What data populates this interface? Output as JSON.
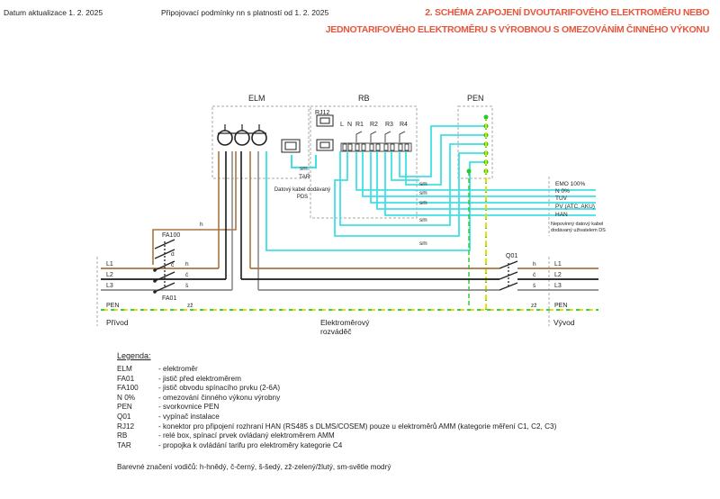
{
  "header": {
    "date": "Datum aktualizace 1. 2. 2025",
    "conditions": "Připojovací podmínky nn s platností od 1. 2. 2025",
    "title_line1": "2. SCHÉMA ZAPOJENÍ DVOUTARIFOVÉHO ELEKTROMĚRU NEBO",
    "title_line2": "JEDNOTARIFOVÉHO ELEKTROMĚRU S VÝROBNOU S OMEZOVÁNÍM ČINNÉHO VÝKONU"
  },
  "diagram": {
    "box_labels": {
      "elm": "ELM",
      "rb": "RB",
      "pen": "PEN",
      "rj12": "RJ12",
      "tar": "TAR"
    },
    "rb_terminals": [
      "L",
      "N",
      "R1",
      "R2",
      "R3",
      "R4"
    ],
    "fa100": "FA100",
    "fa01": "FA01",
    "q01": "Q01",
    "data_cable_pds": [
      "Datový kabel dodávaný",
      "PDS"
    ],
    "optional_cable": [
      "Nepovinný datový kabel",
      "dodávaný uživatelem DS"
    ],
    "outputs": [
      "EMO 100%",
      "N 0%",
      "TUV",
      "PV (ATC, AKU)",
      "HAN"
    ],
    "wire_sm": "sm",
    "wire_h": "h",
    "wire_c": "č",
    "wire_s": "š",
    "wire_zz": "zž",
    "lines_left": [
      "L1",
      "L2",
      "L3",
      "PEN"
    ],
    "lines_right": [
      "L1",
      "L2",
      "L3",
      "PEN"
    ],
    "switch_marks": [
      "d",
      "č",
      "š"
    ],
    "sections": {
      "prichod": "Přívod",
      "rozvadec": [
        "Elektroměrový",
        "rozváděč"
      ],
      "vyvod": "Vývod"
    }
  },
  "legend": {
    "title": "Legenda:",
    "items": [
      {
        "key": "ELM",
        "desc": "- elektroměr"
      },
      {
        "key": "FA01",
        "desc": "- jistič před elektroměrem"
      },
      {
        "key": "FA100",
        "desc": "- jistič obvodu spínacího prvku (2-6A)"
      },
      {
        "key": "N 0%",
        "desc": "- omezování činného výkonu výrobny"
      },
      {
        "key": "PEN",
        "desc": "- svorkovnice PEN"
      },
      {
        "key": "Q01",
        "desc": "- vypínač instalace"
      },
      {
        "key": "RJ12",
        "desc": "- konektor pro připojení rozhraní HAN (RS485 s DLMS/COSEM) pouze u elektroměrů AMM (kategorie měření C1, C2, C3)"
      },
      {
        "key": "RB",
        "desc": "- relé box, spínací prvek ovládaný elektroměrem AMM"
      },
      {
        "key": "TAR",
        "desc": "- propojka k ovládání tarifu pro elektroměry kategorie C4"
      }
    ],
    "colors_note": "Barevné značení vodičů: h-hnědý, č-černý, š-šedý, zž-zelený/žlutý, sm-světle modrý"
  },
  "colors": {
    "brown": "#a9753f",
    "black": "#1a1a1a",
    "grey": "#8a8a8a",
    "cyan": "#3fe0e6",
    "green": "#22cc22",
    "yellow": "#f0e000",
    "title": "#e8553d"
  }
}
